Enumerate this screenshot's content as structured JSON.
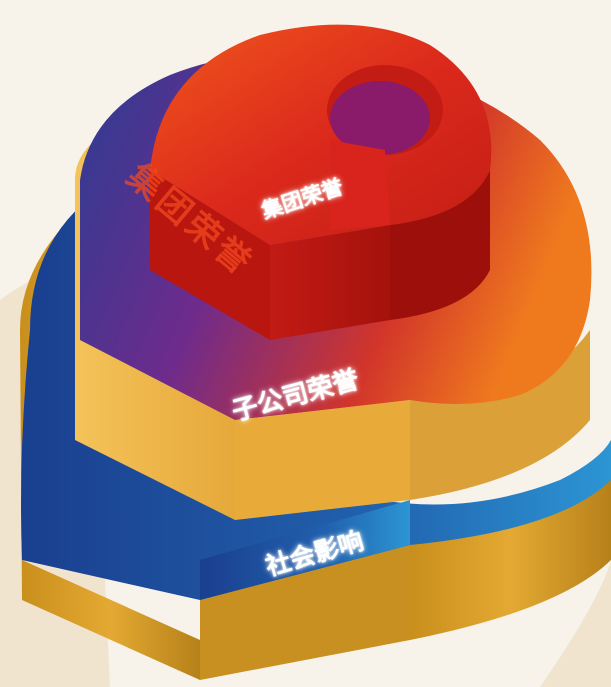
{
  "tiers": [
    {
      "label": "集团荣誉",
      "colors": {
        "top": "#d8241c",
        "side": "#b3150f"
      }
    },
    {
      "label": "子公司荣誉",
      "colors": {
        "top_start": "#2e3f96",
        "top_mid": "#7a2a8a",
        "top_end": "#e45a18",
        "side": "#f2b84a"
      }
    },
    {
      "label": "社会影响",
      "colors": {
        "top": "#1c4d9e",
        "top_right": "#2c8fd0",
        "side": "#d49a22"
      }
    }
  ],
  "ghost_text": "集团荣誉",
  "background": "#f7f2ea"
}
